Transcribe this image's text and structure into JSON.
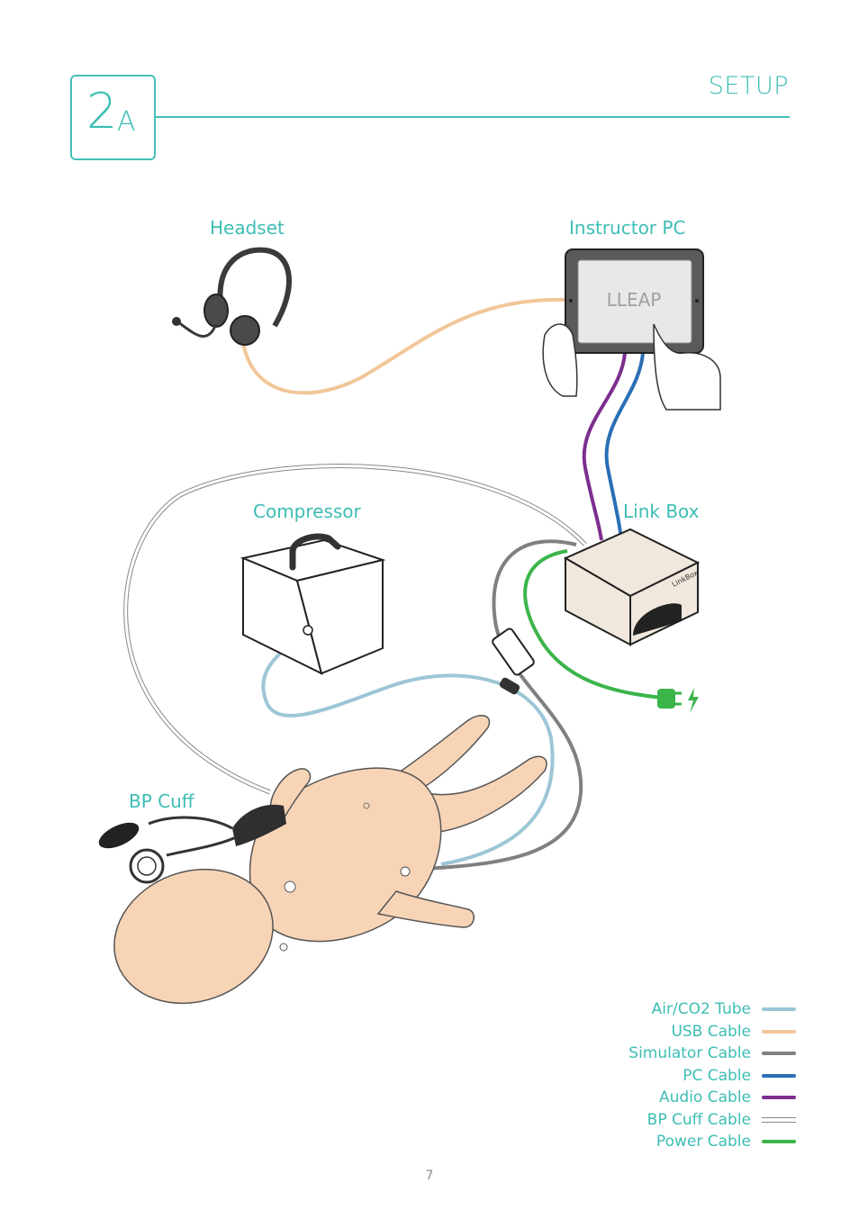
{
  "header": {
    "step_number": "2",
    "step_letter": "A",
    "title": "SETUP"
  },
  "labels": {
    "headset": "Headset",
    "instructor_pc": "Instructor PC",
    "compressor": "Compressor",
    "link_box": "Link Box",
    "bp_cuff": "BP Cuff"
  },
  "screen_text": "LLEAP",
  "linkbox_text": "LinkBox",
  "legend": [
    {
      "label": "Air/CO2 Tube",
      "color": "#9cc6d6"
    },
    {
      "label": "USB Cable",
      "color": "#f2c699"
    },
    {
      "label": "Simulator Cable",
      "color": "#808080"
    },
    {
      "label": "PC Cable",
      "color": "#2a6fb5"
    },
    {
      "label": "Audio Cable",
      "color": "#7d2e8e"
    },
    {
      "label": "BP Cuff Cable",
      "color": "double-line"
    },
    {
      "label": "Power Cable",
      "color": "#3bb54a"
    }
  ],
  "page_number": "7",
  "colors": {
    "accent": "#3dbdb4",
    "skin": "#f8d4b6",
    "device_body": "#f0e8dc"
  }
}
